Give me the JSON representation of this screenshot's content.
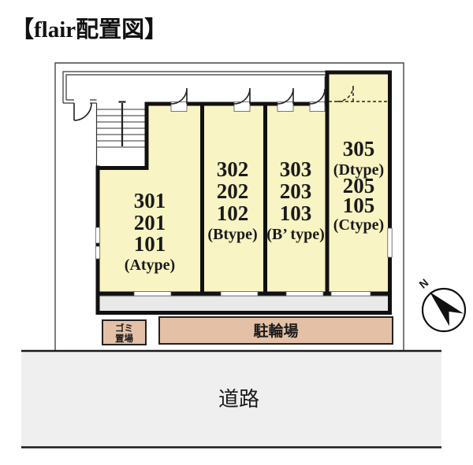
{
  "title": {
    "prefix": "【",
    "name": "flair",
    "suffix": "配置図】"
  },
  "building": {
    "unit_a": {
      "room1": "301",
      "room2": "201",
      "room3": "101",
      "type": "(Atype)"
    },
    "unit_b": {
      "room1": "302",
      "room2": "202",
      "room3": "102",
      "type": "(Btype)"
    },
    "unit_b_prime": {
      "room1": "303",
      "room2": "203",
      "room3": "103",
      "type": "(B’ type)"
    },
    "unit_cd": {
      "room1": "305",
      "type1": "(Dtype)",
      "room2": "205",
      "room3": "105",
      "type2": "(Ctype)"
    }
  },
  "facilities": {
    "garbage_line1": "ゴミ",
    "garbage_line2": "置場",
    "bicycle_parking": "駐輪場"
  },
  "road_label": "道路",
  "compass_label": "N",
  "colors": {
    "room_fill": "#F8F4C3",
    "facility_fill": "#E4C1A6",
    "balcony_fill": "#E9E9E9",
    "road_fill": "#EFEFEF",
    "wall": "#111111"
  }
}
